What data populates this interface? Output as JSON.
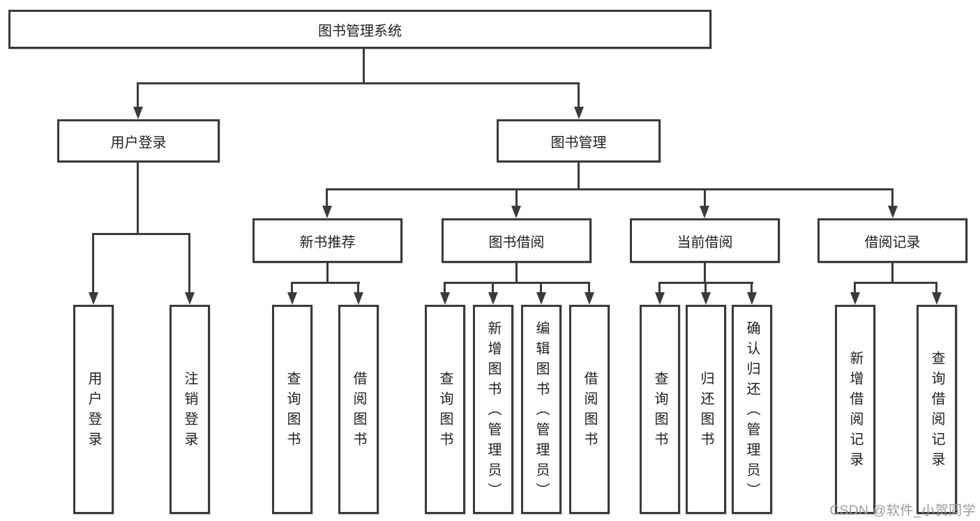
{
  "tree": {
    "label": "图书管理系统",
    "children": [
      {
        "label": "用户登录",
        "children": [
          {
            "label": "用户登录"
          },
          {
            "label": "注销登录"
          }
        ]
      },
      {
        "label": "图书管理",
        "children": [
          {
            "label": "新书推荐",
            "children": [
              {
                "label": "查询图书"
              },
              {
                "label": "借阅图书"
              }
            ]
          },
          {
            "label": "图书借阅",
            "children": [
              {
                "label": "查询图书"
              },
              {
                "label": "新增图书（管理员）"
              },
              {
                "label": "编辑图书（管理员）"
              },
              {
                "label": "借阅图书"
              }
            ]
          },
          {
            "label": "当前借阅",
            "children": [
              {
                "label": "查询图书"
              },
              {
                "label": "归还图书"
              },
              {
                "label": "确认归还（管理员）"
              }
            ]
          },
          {
            "label": "借阅记录",
            "children": [
              {
                "label": "新增借阅记录"
              },
              {
                "label": "查询借阅记录"
              }
            ]
          }
        ]
      }
    ]
  },
  "watermark": {
    "text": "CSDN @软件_小贺同学"
  },
  "colors": {
    "line": "#3a3a3a",
    "text": "#1f1f1f",
    "background": "#ffffff",
    "watermark": "#9b9b9b"
  }
}
